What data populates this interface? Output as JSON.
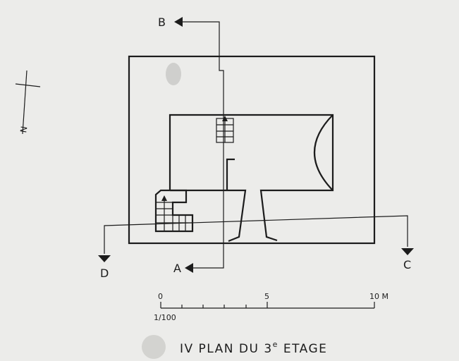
{
  "sections": {
    "a": "A",
    "b": "B",
    "c": "C",
    "d": "D"
  },
  "north": {
    "letter": "N"
  },
  "scale": {
    "start": "0",
    "mid": "5",
    "end": "10 M",
    "ratio": "1/100"
  },
  "title": {
    "main": "IV  PLAN DU 3",
    "sup": "e",
    "rest": " ETAGE"
  },
  "colors": {
    "ink": "#1c1c1c",
    "paper": "#ececea"
  }
}
